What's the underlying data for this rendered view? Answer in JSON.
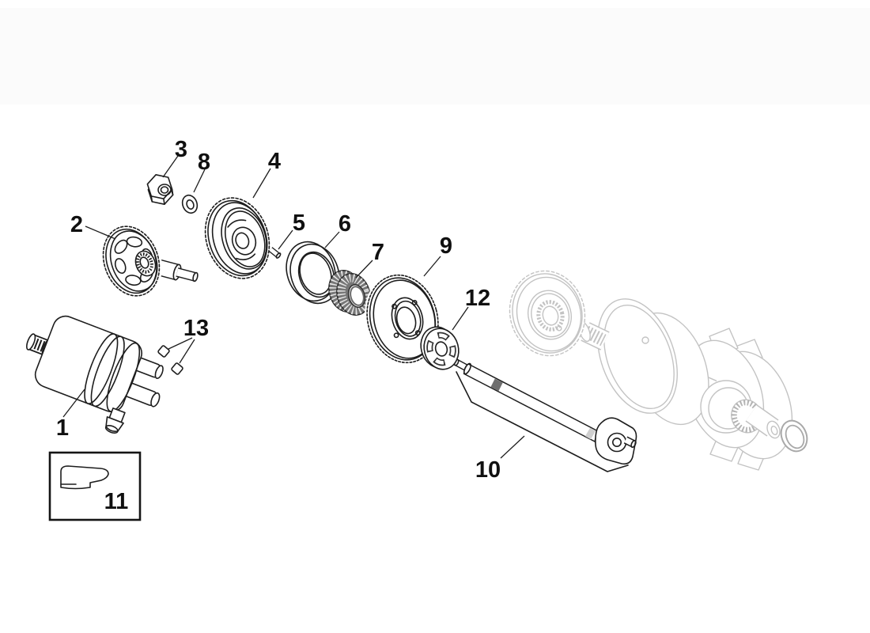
{
  "diagram": {
    "callouts": [
      {
        "number": "1"
      },
      {
        "number": "2"
      },
      {
        "number": "3"
      },
      {
        "number": "4"
      },
      {
        "number": "5"
      },
      {
        "number": "6"
      },
      {
        "number": "7"
      },
      {
        "number": "8"
      },
      {
        "number": "9"
      },
      {
        "number": "10"
      },
      {
        "number": "11"
      },
      {
        "number": "12"
      },
      {
        "number": "13"
      }
    ],
    "colors": {
      "background": "#ffffff",
      "top_band": "#fbfbfb",
      "line": "#1d1d1d",
      "ghost": "#c3c3c3",
      "bearing_dark": "#777777",
      "shaft_band_dark": "#6e6e6e",
      "shaft_band_light": "#cfcfcf",
      "seal_ring_ghost": "#a9a9a9"
    }
  }
}
